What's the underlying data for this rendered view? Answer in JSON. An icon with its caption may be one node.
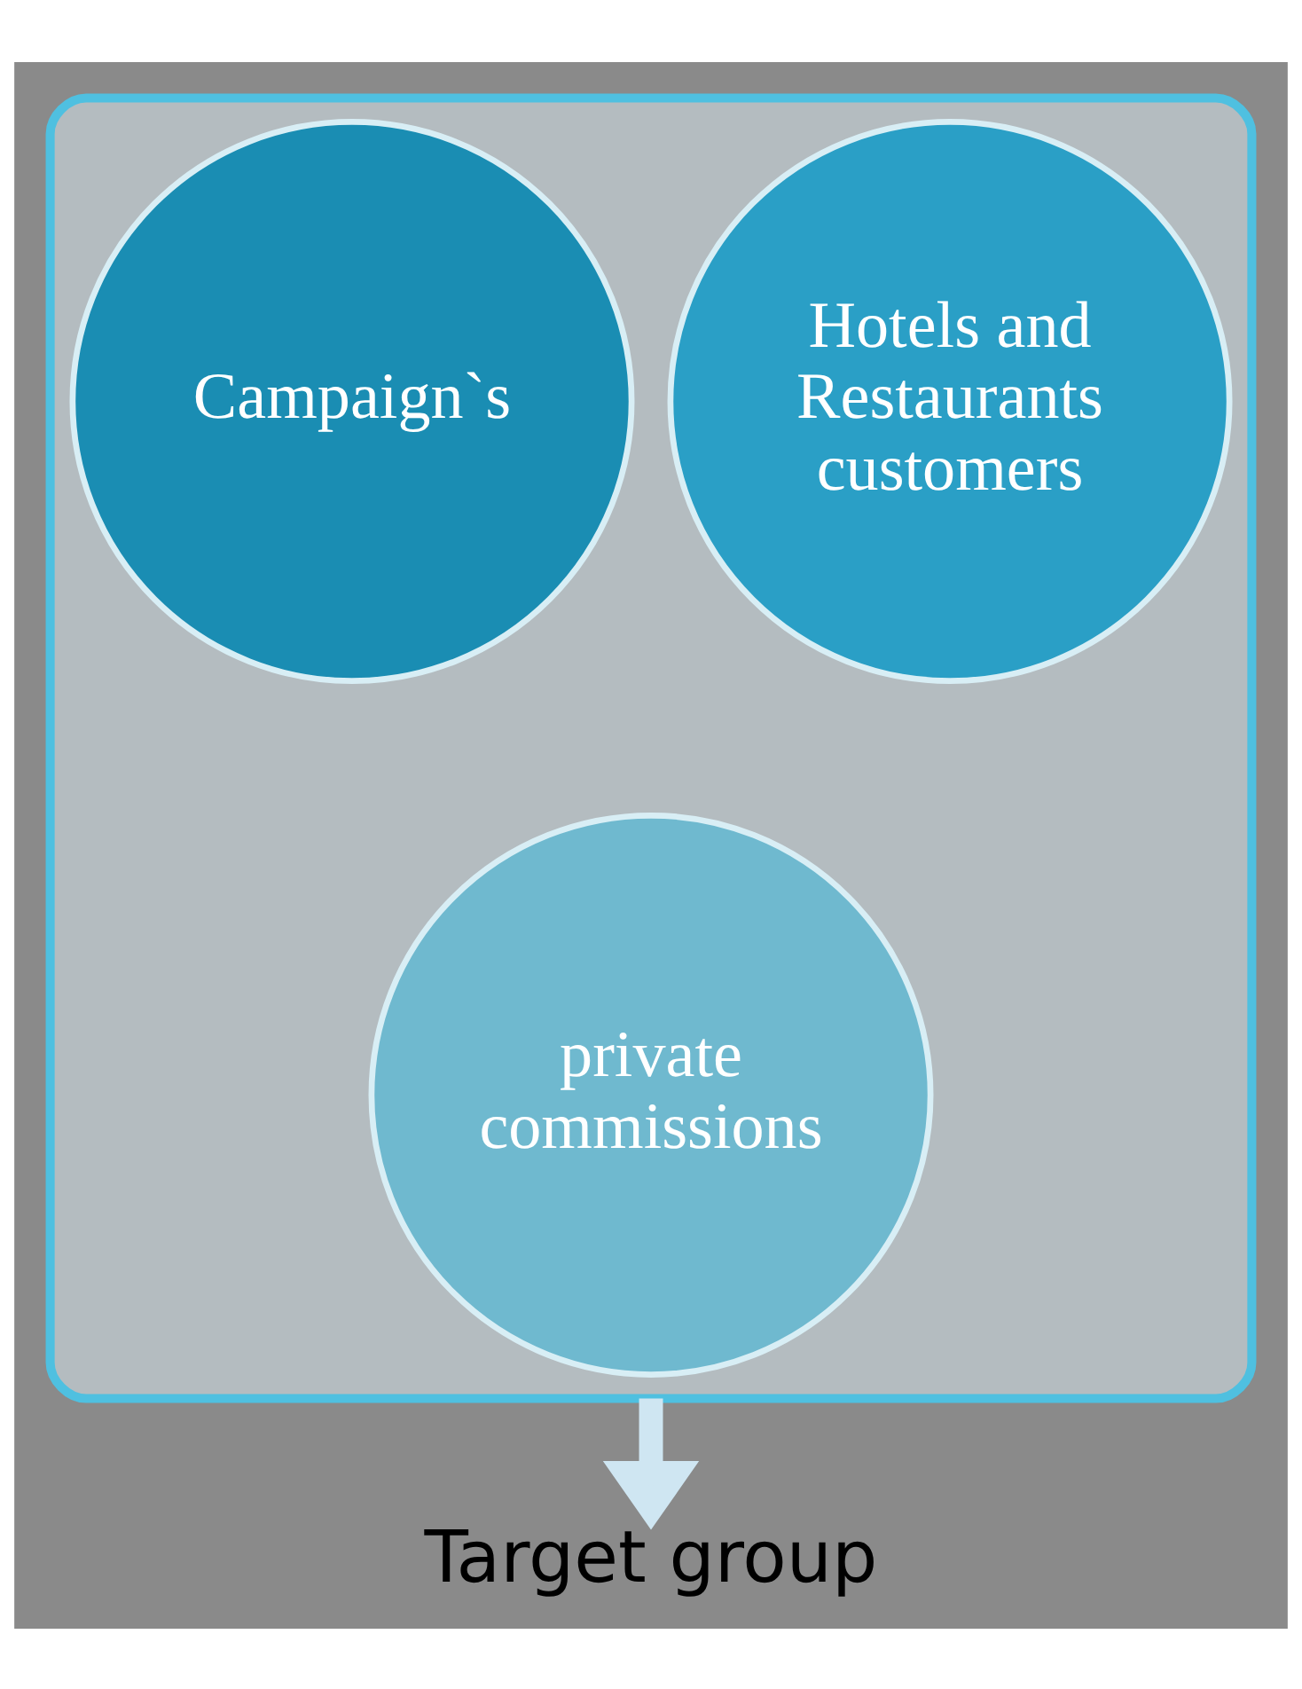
{
  "diagram": {
    "nodes": [
      {
        "text": [],
        "shape": "funnel"
      },
      {
        "text": [
          "Campaign`s"
        ],
        "in": 0
      },
      {
        "text": [
          "Hotels  and Restaurants customers"
        ],
        "in": 0
      },
      {
        "text": [
          "private commissions"
        ],
        "in": 0
      },
      {
        "text": [
          "Target group"
        ]
      }
    ],
    "edges": [
      {
        "from": 0,
        "to": 4,
        "arrow": "to"
      }
    ]
  }
}
